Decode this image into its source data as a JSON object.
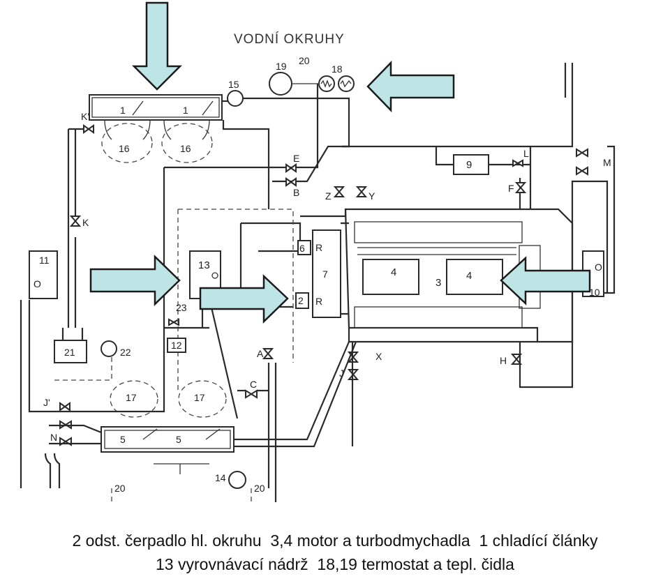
{
  "diagram": {
    "title": "VODNÍ OKRUHY",
    "labels": {
      "l20_top": "20",
      "l19": "19",
      "l18": "18",
      "l15": "15",
      "l1a": "1",
      "l1b": "1",
      "l16a": "16",
      "l16b": "16",
      "lK1": "K'",
      "lK2": "K",
      "lE": "E",
      "lB": "B",
      "lZ": "Z",
      "lY": "Y",
      "l9": "9",
      "lL": "L",
      "lF": "F",
      "lM": "M",
      "l11": "11",
      "lO1": "O",
      "l13": "13",
      "l6": "6",
      "lR1": "R",
      "l7": "7",
      "l2": "2",
      "lR2": "R",
      "l4a": "4",
      "l3": "3",
      "l4b": "4",
      "lO2": "O",
      "l10": "10",
      "l23": "23",
      "l12": "12",
      "l21": "21",
      "l22": "22",
      "lA": "A",
      "lX": "X",
      "lJ": "J",
      "lH": "H",
      "lJ1": "J'",
      "l17a": "17",
      "l17b": "17",
      "lC": "C",
      "lN": "N",
      "l5a": "5",
      "l5b": "5",
      "l14": "14",
      "l20a": "20",
      "l20b": "20"
    },
    "colors": {
      "arrow_fill": "#bfe4e6",
      "line": "#2a2a2a"
    }
  },
  "caption": {
    "line1": "2 odst. čerpadlo hl. okruhu  3,4 motor a turbodmychadla  1 chladící články",
    "line2": "13 vyrovnávací nádrž  18,19 termostat a tepl. čidla"
  }
}
